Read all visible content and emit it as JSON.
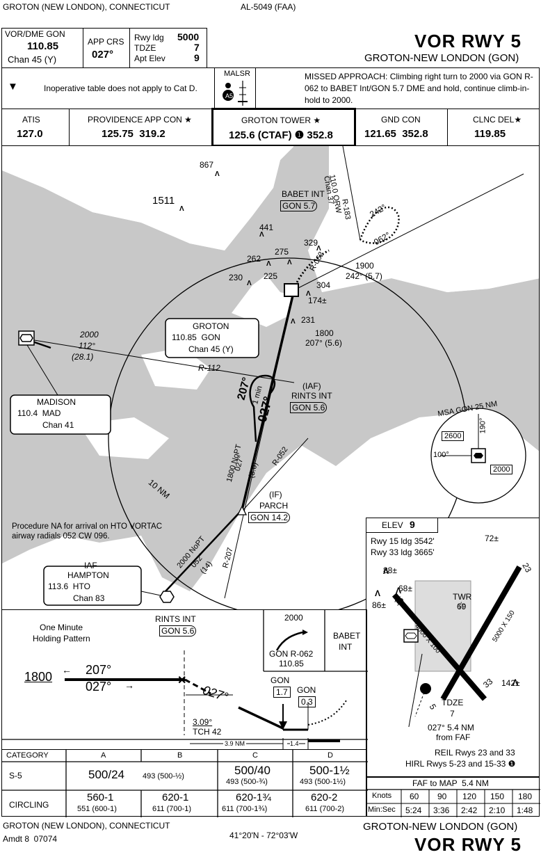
{
  "header": {
    "location": "GROTON (NEW LONDON), CONNECTICUT",
    "chart_id": "AL-5049 (FAA)",
    "title": "VOR RWY 5",
    "airport": "GROTON-NEW LONDON (GON)"
  },
  "briefing": {
    "nav_label": "VOR/DME GON",
    "nav_freq": "110.85",
    "nav_chan": "Chan 45 (Y)",
    "app_crs_label": "APP CRS",
    "app_crs": "027°",
    "rwy_ldg_label": "Rwy ldg",
    "rwy_ldg": "5000",
    "tdze_label": "TDZE",
    "tdze": "7",
    "apt_elev_label": "Apt Elev",
    "apt_elev": "9",
    "note": "Inoperative table does not apply to Cat D.",
    "malsr": "MALSR",
    "missed_approach": "MISSED APPROACH: Climbing right turn to 2000 via GON R-062 to BABET Int/GON 5.7 DME and hold, continue climb-in-hold to 2000."
  },
  "comms": {
    "atis_label": "ATIS",
    "atis": "127.0",
    "prov_label": "PROVIDENCE APP CON ★",
    "prov": "125.75  319.2",
    "tower_label": "GROTON TOWER ★",
    "tower": "125.6 (CTAF) ❶ 352.8",
    "gnd_label": "GND CON",
    "gnd": "121.65  352.8",
    "clnc_label": "CLNC DEL★",
    "clnc": "119.85"
  },
  "plan": {
    "elev_867": "867",
    "elev_1511": "1511",
    "elev_441": "441",
    "elev_329": "329",
    "elev_275": "275",
    "elev_262": "262",
    "elev_230": "230",
    "elev_225": "225",
    "elev_304": "304",
    "elev_174": "174±",
    "elev_231": "231",
    "babet_name": "BABET INT",
    "babet_dme": "GON 5.7",
    "orw_radial": "110.0 ORW",
    "orw_chan": "Chan 37",
    "r183": "R-183",
    "hold_out": "242°",
    "hold_in": "062°",
    "hold_alt": "1900",
    "hold_crs": "242° (5.7)",
    "r062": "R-062",
    "groton_name": "GROTON",
    "groton_freq": "110.85  GON",
    "groton_chan": "Chan 45 (Y)",
    "alt_1800": "1800",
    "crs_1800": "207° (5.6)",
    "mad_alt": "2000",
    "mad_crs": "112°",
    "mad_dist": "(28.1)",
    "r112": "R-112",
    "madison_name": "MADISON",
    "madison_freq": "110.4  MAD",
    "madison_chan": "Chan 41",
    "iaf": "(IAF)",
    "rints": "RINTS INT",
    "rints_dme": "GON 5.6",
    "hold207": "207°",
    "hold1min": "1 min",
    "hold027": "027°",
    "nopt1800": "1800 NoPT",
    "nopt1800_crs": "027°",
    "nopt1800_dist": "(8.6)",
    "r052": "R-052",
    "tenm": "10 NM",
    "if": "(IF)",
    "parch": "PARCH",
    "parch_dme": "GON 14.2",
    "procna": "Procedure NA for arrival on HTO VORTAC airway radials 052 CW 096.",
    "nopt2000": "2000 NoPT",
    "nopt2000_crs": "052°",
    "nopt2000_dist": "(14)",
    "r207": "R-207",
    "hampton_iaf": "IAF",
    "hampton_name": "HAMPTON",
    "hampton_freq": "113.6  HTO",
    "hampton_chan": "Chan 83",
    "msa_title": "MSA GON 25 NM",
    "msa_190": "190°",
    "msa_100": "100°",
    "msa_2600": "2600",
    "msa_2000": "2000"
  },
  "airport_diagram": {
    "elev_label": "ELEV",
    "elev": "9",
    "rwy15": "Rwy 15 ldg 3542'",
    "rwy33": "Rwy 33 ldg 3665'",
    "e72": "72±",
    "e88": "88±",
    "e68": "68±",
    "e86": "86±",
    "e142": "142±",
    "twr": "TWR",
    "twr_elev": "69",
    "rwy_5000": "5000 X 150",
    "rwy_4000": "4000 X 100",
    "num23": "23",
    "num33": "33",
    "num15": "15",
    "num5": "5",
    "tdze": "TDZE",
    "tdze_val": "7",
    "faf_line1": "027° 5.4 NM",
    "faf_line2": "from FAF",
    "reil": "REIL Rwys 23 and 33",
    "hirl": "HIRL Rwys 5-23 and 15-33 ❶"
  },
  "profile": {
    "one_min": "One Minute",
    "holding": "Holding Pattern",
    "rints": "RINTS INT",
    "rints_dme": "GON 5.6",
    "ma_alt": "2000",
    "ma_radial": "GON R-062",
    "ma_freq": "110.85",
    "babet": "BABET",
    "int": "INT",
    "alt1800": "1800",
    "crs207": "207°",
    "crs027": "027°",
    "seg027": "027°",
    "gon17": "1.7",
    "gon03": "0.3",
    "gon": "GON",
    "gs": "3.09°",
    "tch": "TCH 42",
    "dist39": "3.9 NM",
    "dist14": "1.4"
  },
  "minimums": {
    "headers": [
      "CATEGORY",
      "A",
      "B",
      "C",
      "D"
    ],
    "s5_label": "S-5",
    "s5_ab": "500/24",
    "s5_b_sub": "493 (500-½)",
    "s5_c": "500/40",
    "s5_c_sub": "493 (500-¾)",
    "s5_d": "500-1½",
    "s5_d_sub": "493 (500-1½)",
    "circ_label": "CIRCLING",
    "circ": [
      {
        "main": "560-1",
        "sub": "551 (600-1)"
      },
      {
        "main": "620-1",
        "sub": "611 (700-1)"
      },
      {
        "main": "620-1¾",
        "sub": "611 (700-1¾)"
      },
      {
        "main": "620-2",
        "sub": "611 (700-2)"
      }
    ]
  },
  "faf_table": {
    "title": "FAF to MAP  5.4 NM",
    "knots_label": "Knots",
    "knots": [
      "60",
      "90",
      "120",
      "150",
      "180"
    ],
    "minsec_label": "Min:Sec",
    "minsec": [
      "5:24",
      "3:36",
      "2:42",
      "2:10",
      "1:48"
    ]
  },
  "footer": {
    "location": "GROTON (NEW LONDON), CONNECTICUT",
    "amdt": "Amdt 8  07074",
    "coords": "41°20'N - 72°03'W",
    "airport": "GROTON-NEW LONDON (GON)",
    "title": "VOR RWY 5"
  }
}
